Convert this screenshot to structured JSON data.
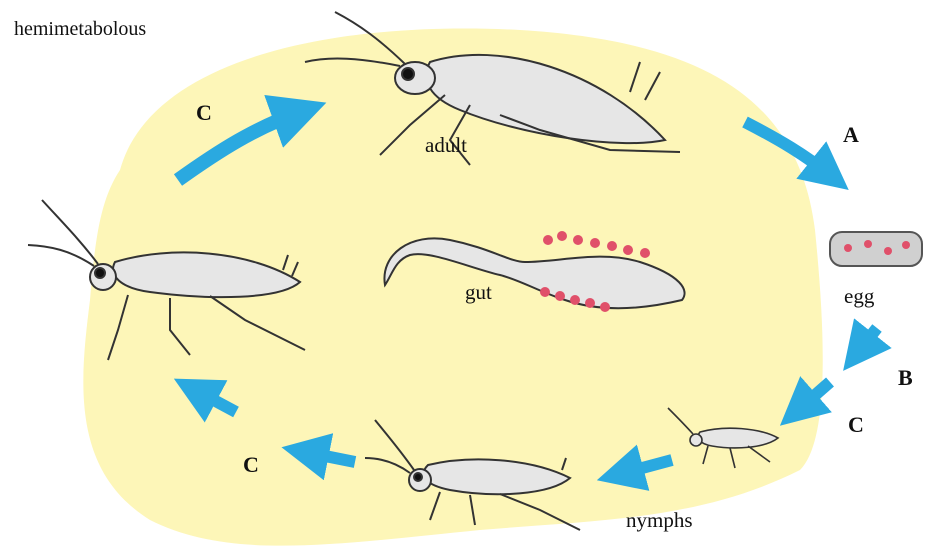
{
  "diagram": {
    "title": "hemimetabolous",
    "labels": {
      "adult": "adult",
      "gut": "gut",
      "egg": "egg",
      "nymphs": "nymphs",
      "a": "A",
      "b": "B",
      "c_top_left": "C",
      "c_right": "C",
      "c_bottom": "C"
    },
    "colors": {
      "background_blob": "#fdf6b8",
      "arrow": "#2aa9e0",
      "insect_fill": "#e6e6e6",
      "insect_stroke": "#333333",
      "gut_dots": "#e0506a",
      "egg_fill": "#d0d0d0"
    }
  }
}
